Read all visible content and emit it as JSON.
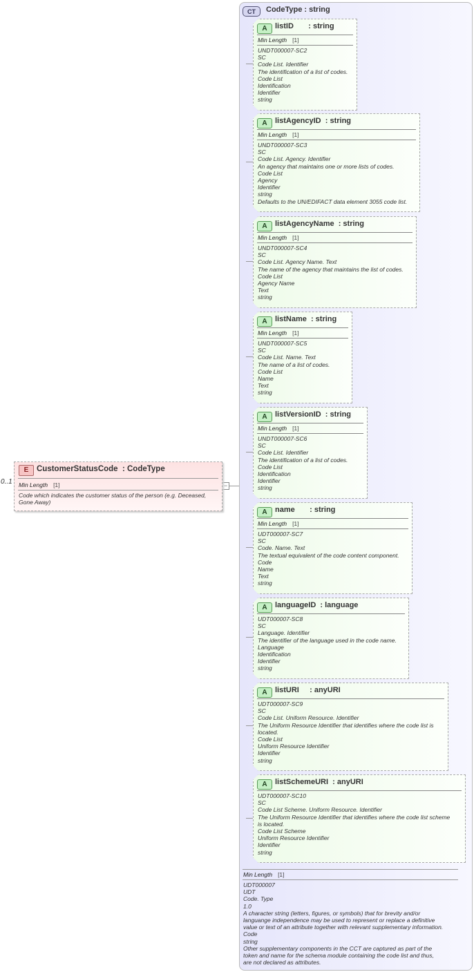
{
  "element": {
    "badge": "E",
    "title": "CustomerStatusCode  : CodeType",
    "multiplicity": "0..1",
    "facet_label": "Min Length",
    "facet_value": "[1]",
    "doc": "Code which indicates the customer status of the person (e.g. Deceased, Gone Away)"
  },
  "complex_type": {
    "badge": "CT",
    "title": "CodeType : string",
    "facet_label": "Min Length",
    "facet_value": "[1]",
    "doc": [
      "UDT000007",
      "UDT",
      "Code. Type",
      "1.0",
      "A character string (letters, figures, or symbols) that for brevity and/or",
      "languange independence may be used to represent or replace a definitive",
      "value or text of an attribute together with relevant supplementary information.",
      "Code",
      "string",
      "Other supplementary components in the CCT are captured as part of the",
      "token and name for the schema module containing the code list and thus,",
      "are not declared as attributes."
    ]
  },
  "attributes": [
    {
      "badge": "A",
      "title": "listID       : string",
      "facet_label": "Min Length",
      "facet_value": "[1]",
      "doc": [
        "UNDT000007-SC2",
        "SC",
        "Code List. Identifier",
        "The identification of a list of codes.",
        "Code List",
        "Identification",
        "Identifier",
        "string"
      ]
    },
    {
      "badge": "A",
      "title": "listAgencyID  : string",
      "facet_label": "Min Length",
      "facet_value": "[1]",
      "doc": [
        "UNDT000007-SC3",
        "SC",
        "Code List. Agency. Identifier",
        "An agency that maintains one or more lists of codes.",
        "Code List",
        "Agency",
        "Identifier",
        "string",
        "Defaults to the UN/EDIFACT data element 3055 code list."
      ]
    },
    {
      "badge": "A",
      "title": "listAgencyName  : string",
      "facet_label": "Min Length",
      "facet_value": "[1]",
      "doc": [
        "UNDT000007-SC4",
        "SC",
        "Code List. Agency Name. Text",
        "The name of the agency that maintains the list of codes.",
        "Code List",
        "Agency Name",
        "Text",
        "string"
      ]
    },
    {
      "badge": "A",
      "title": "listName  : string",
      "facet_label": "Min Length",
      "facet_value": "[1]",
      "doc": [
        "UNDT000007-SC5",
        "SC",
        "Code List. Name. Text",
        "The name of a list of codes.",
        "Code List",
        "Name",
        "Text",
        "string"
      ]
    },
    {
      "badge": "A",
      "title": "listVersionID  : string",
      "facet_label": "Min Length",
      "facet_value": "[1]",
      "doc": [
        "UNDT000007-SC6",
        "SC",
        "Code List. Identifier",
        "The identification of a list of codes.",
        "Code List",
        "Identification",
        "Identifier",
        "string"
      ]
    },
    {
      "badge": "A",
      "title": "name       : string",
      "facet_label": "Min Length",
      "facet_value": "[1]",
      "doc": [
        "UDT000007-SC7",
        "SC",
        "Code. Name. Text",
        "The textual equivalent of the code content component.",
        "Code",
        "Name",
        "Text",
        "string"
      ]
    },
    {
      "badge": "A",
      "title": "languageID  : language",
      "doc": [
        "UDT000007-SC8",
        "SC",
        "Language. Identifier",
        "The identifier of the language used in the code name.",
        "Language",
        "Identification",
        "Identifier",
        "string"
      ]
    },
    {
      "badge": "A",
      "title": "listURI     : anyURI",
      "doc": [
        "UDT000007-SC9",
        "SC",
        "Code List. Uniform Resource. Identifier",
        "The Uniform Resource Identifier that identifies where the code list is",
        "located.",
        "Code List",
        "Uniform Resource Identifier",
        "Identifier",
        "string"
      ]
    },
    {
      "badge": "A",
      "title": "listSchemeURI  : anyURI",
      "doc": [
        "UDT000007-SC10",
        "SC",
        "Code List Scheme. Uniform Resource. Identifier",
        "The Uniform Resource Identifier that identifies where the code list scheme",
        "is located.",
        "Code List Scheme",
        "Uniform Resource Identifier",
        "Identifier",
        "string"
      ]
    }
  ]
}
